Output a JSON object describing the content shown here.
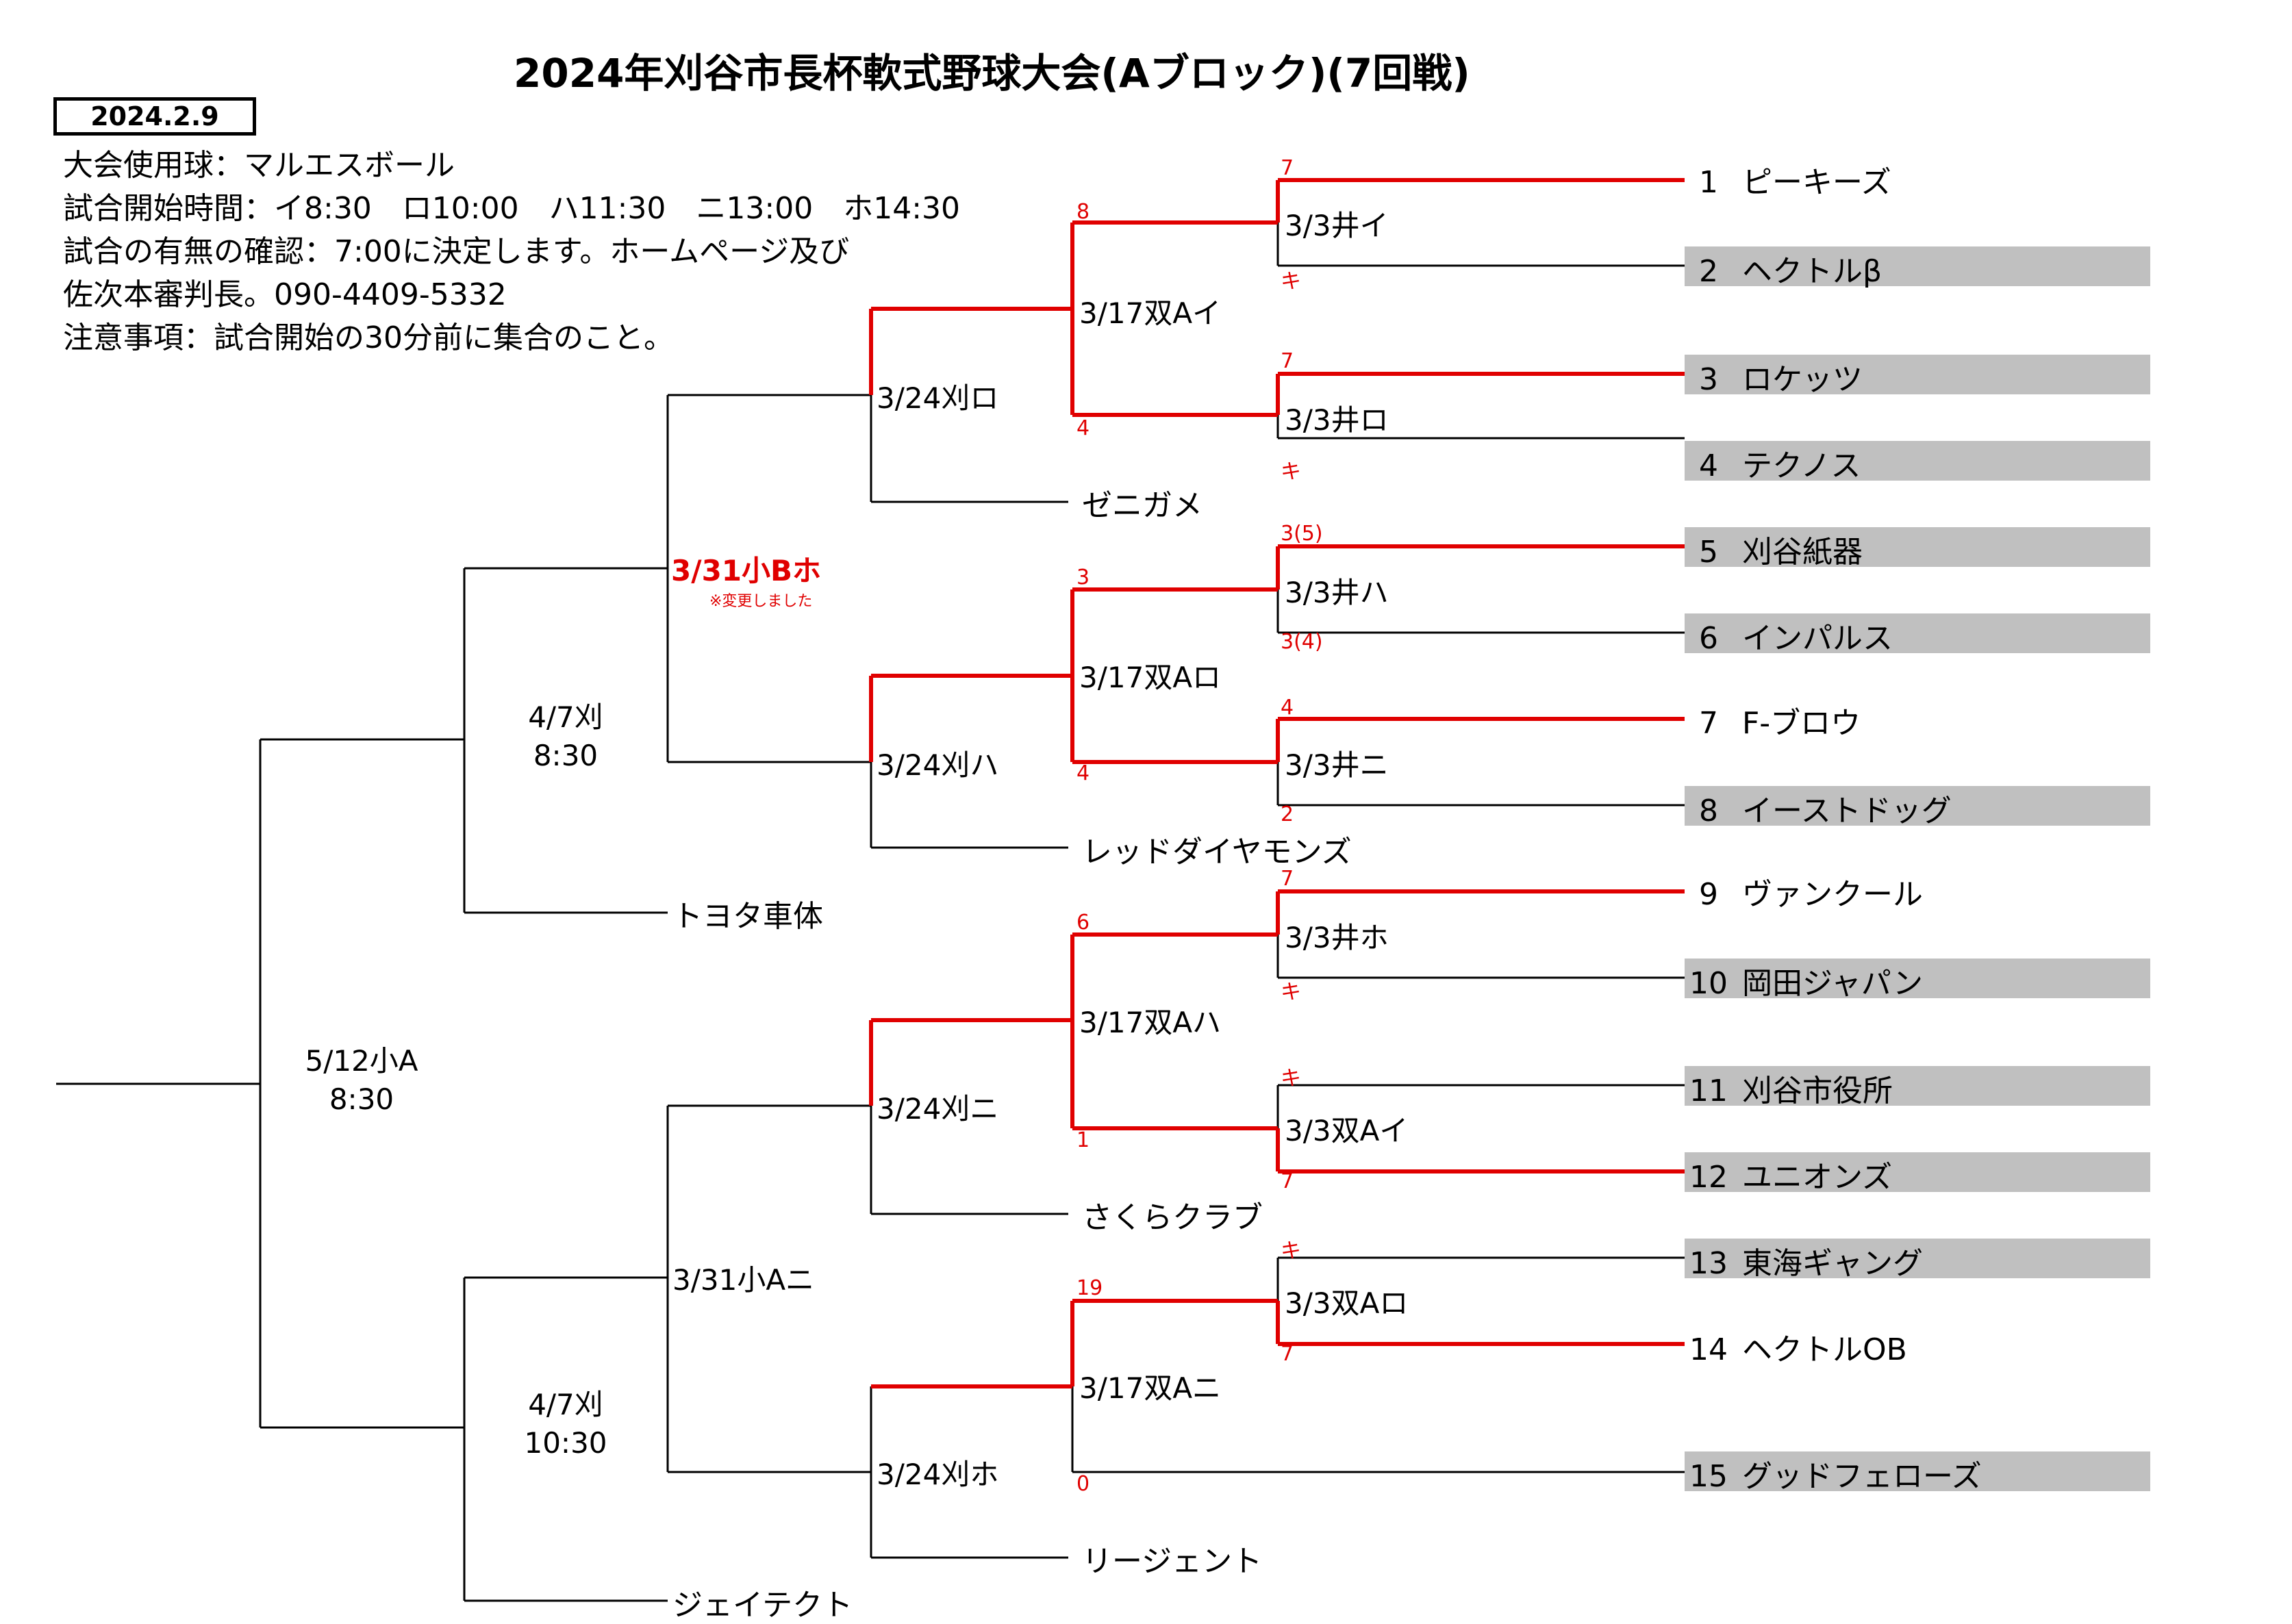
{
  "header": {
    "title": "2024年刈谷市長杯軟式野球大会(Aブロック)(7回戦)",
    "date": "2024.2.9"
  },
  "info": [
    "大会使用球：マルエスボール",
    "試合開始時間：イ8:30　ロ10:00　ハ11:30　ニ13:00　ホ14:30",
    "試合の有無の確認：7:00に決定します。ホームページ及び",
    "佐次本審判長。090-4409-5332",
    "注意事項：試合開始の30分前に集合のこと。"
  ],
  "colors": {
    "line_default": "#000000",
    "line_winner": "#e00000",
    "score": "#e00000",
    "shade": "#c0c0c0"
  },
  "entries": [
    {
      "num": "1",
      "name": "ピーキーズ"
    },
    {
      "num": "2",
      "name": "ヘクトルβ"
    },
    {
      "num": "3",
      "name": "ロケッツ"
    },
    {
      "num": "4",
      "name": "テクノス"
    },
    {
      "num": "5",
      "name": "刈谷紙器"
    },
    {
      "num": "6",
      "name": "インパルス"
    },
    {
      "num": "7",
      "name": "F-ブロウ"
    },
    {
      "num": "8",
      "name": "イーストドッグ"
    },
    {
      "num": "9",
      "name": "ヴァンクール"
    },
    {
      "num": "10",
      "name": "岡田ジャパン"
    },
    {
      "num": "11",
      "name": "刈谷市役所"
    },
    {
      "num": "12",
      "name": "ユニオンズ"
    },
    {
      "num": "13",
      "name": "東海ギャング"
    },
    {
      "num": "14",
      "name": "ヘクトルOB"
    },
    {
      "num": "15",
      "name": "グッドフェローズ"
    }
  ],
  "seeds": [
    "ゼニガメ",
    "レッドダイヤモンズ",
    "トヨタ車体",
    "さくらクラブ",
    "リージェント",
    "ジェイテクト"
  ],
  "round1": [
    "3/3井イ",
    "3/3井ロ",
    "3/3井ハ",
    "3/3井ニ",
    "3/3井ホ",
    "3/3双Aイ",
    "3/3双Aロ"
  ],
  "round2": [
    "3/17双Aイ",
    "3/17双Aロ",
    "3/17双Aハ",
    "3/17双Aニ"
  ],
  "round3": [
    "3/24刈ロ",
    "3/24刈ハ",
    "3/24刈ニ",
    "3/24刈ホ"
  ],
  "round4": {
    "top_label": "3/31小Bホ",
    "top_note": "※変更しました",
    "bottom_label": "3/31小Aニ"
  },
  "semis": [
    {
      "date": "4/7刈",
      "time": "8:30"
    },
    {
      "date": "4/7刈",
      "time": "10:30"
    }
  ],
  "final": {
    "date": "5/12小A",
    "time": "8:30"
  },
  "scores": {
    "r1_1_top": "7",
    "r1_1_bot": "キ",
    "r1_2_top": "7",
    "r1_2_bot": "キ",
    "r1_3_top": "3(5)",
    "r1_3_bot": "3(4)",
    "r1_4_top": "4",
    "r1_4_bot": "2",
    "r1_5_top": "7",
    "r1_5_bot": "キ",
    "r1_6_top": "キ",
    "r1_6_bot": "7",
    "r1_7_top": "キ",
    "r1_7_bot": "7",
    "r2_1_top": "8",
    "r2_1_bot": "4",
    "r2_2_top": "3",
    "r2_2_bot": "4",
    "r2_3_top": "6",
    "r2_3_bot": "1",
    "r2_4_top": "19",
    "r2_4_bot": "0"
  }
}
